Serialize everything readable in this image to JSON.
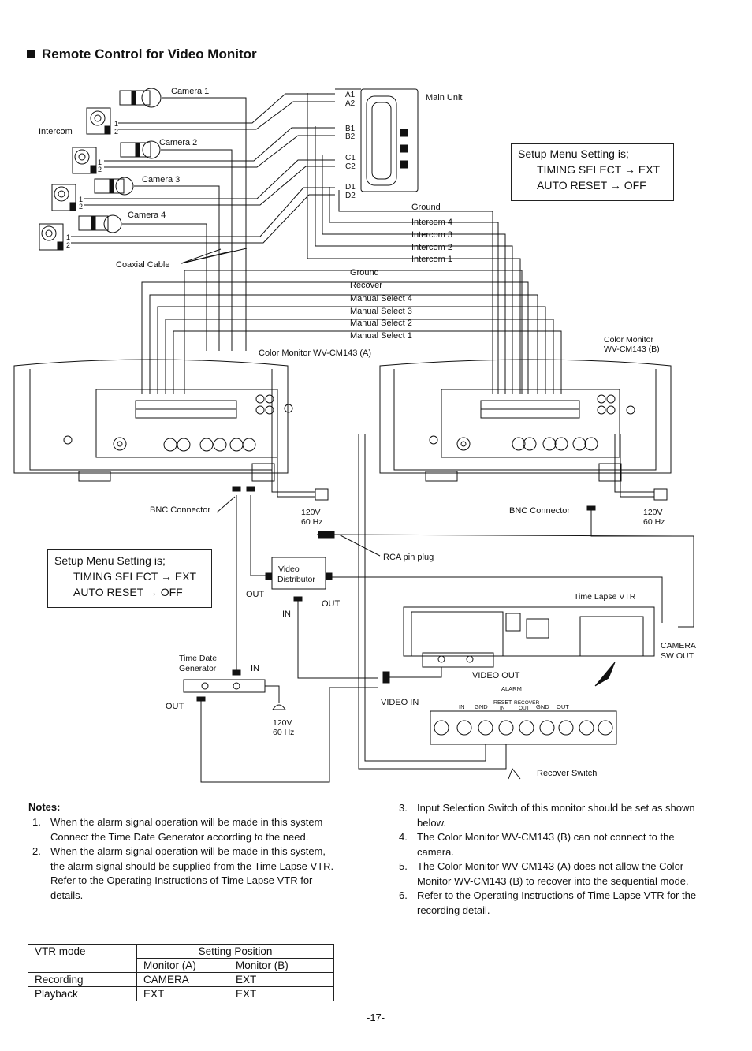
{
  "heading": "Remote Control for Video Monitor",
  "labels": {
    "camera1": "Camera 1",
    "camera2": "Camera 2",
    "camera3": "Camera 3",
    "camera4": "Camera 4",
    "intercom": "Intercom",
    "coaxial_cable": "Coaxial Cable",
    "main_unit": "Main Unit",
    "a1": "A1",
    "a2": "A2",
    "b1": "B1",
    "b2": "B2",
    "c1": "C1",
    "c2": "C2",
    "d1": "D1",
    "d2": "D2",
    "n1": "1",
    "n2": "2",
    "ground1": "Ground",
    "intercom4": "Intercom 4",
    "intercom3": "Intercom 3",
    "intercom2": "Intercom 2",
    "intercom1": "Intercom 1",
    "ground2": "Ground",
    "recover": "Recover",
    "ms4": "Manual Select 4",
    "ms3": "Manual Select 3",
    "ms2": "Manual Select 2",
    "ms1": "Manual Select 1",
    "monitor_a": "Color Monitor WV-CM143 (A)",
    "monitor_b1": "Color Monitor",
    "monitor_b2": "WV-CM143 (B)",
    "bnc_a": "BNC Connector",
    "bnc_b": "BNC Connector",
    "v120a": "120V",
    "hz60a": "60 Hz",
    "v120b": "120V",
    "hz60b": "60 Hz",
    "v120c": "120V",
    "hz60c": "60 Hz",
    "rca": "RCA pin plug",
    "video1": "Video",
    "video2": "Distributor",
    "out1": "OUT",
    "out2": "OUT",
    "in1": "IN",
    "in2": "IN",
    "out3": "OUT",
    "tdg1": "Time Date",
    "tdg2": "Generator",
    "tlvtr": "Time Lapse VTR",
    "camera_sw1": "CAMERA",
    "camera_sw2": "SW OUT",
    "video_out": "VIDEO OUT",
    "video_in": "VIDEO IN",
    "alarm": "ALARM",
    "t_in": "IN",
    "t_gnd": "GND",
    "t_reset": "RESET",
    "t_recover": "RECOVER",
    "t_in2": "IN",
    "t_out2": "OUT",
    "t_gnd2": "GND",
    "t_out": "OUT",
    "recover_switch": "Recover Switch"
  },
  "setup_box_1": {
    "title": "Setup Menu Setting is;",
    "line1": "TIMING SELECT → EXT",
    "line2": "AUTO RESET → OFF"
  },
  "setup_box_2": {
    "title": "Setup Menu Setting is;",
    "line1": "TIMING SELECT → EXT",
    "line2": "AUTO RESET → OFF"
  },
  "notes": {
    "title": "Notes:",
    "left": [
      {
        "num": "1.",
        "text": "When the alarm signal operation will be made in this system Connect the Time Date Generator according to the need."
      },
      {
        "num": "2.",
        "text": "When the alarm signal operation will be made in this system, the alarm signal should be supplied from the Time Lapse VTR."
      },
      {
        "num": "",
        "text": "Refer to the Operating Instructions of Time Lapse VTR for details."
      }
    ],
    "right": [
      {
        "num": "3.",
        "text": "Input Selection Switch of this monitor should be set as shown below."
      },
      {
        "num": "4.",
        "text": "The Color Monitor WV-CM143 (B) can not connect to the camera."
      },
      {
        "num": "5.",
        "text": "The Color Monitor WV-CM143 (A) does not allow the Color Monitor WV-CM143 (B) to recover into the sequential mode."
      },
      {
        "num": "6.",
        "text": "Refer to the Operating Instructions of Time Lapse VTR for the recording detail."
      }
    ]
  },
  "table": {
    "col_mode": "VTR mode",
    "col_setting": "Setting Position",
    "col_a": "Monitor (A)",
    "col_b": "Monitor (B)",
    "rows": [
      {
        "mode": "Recording",
        "a": "CAMERA",
        "b": "EXT"
      },
      {
        "mode": "Playback",
        "a": "EXT",
        "b": "EXT"
      }
    ]
  },
  "page_number": "-17-"
}
